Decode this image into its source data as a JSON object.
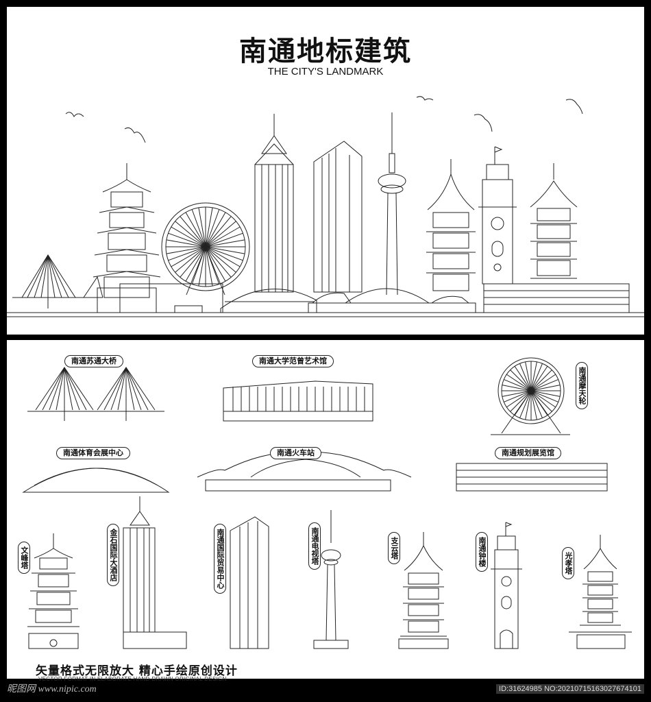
{
  "header": {
    "title": "南通地标建筑",
    "subtitle": "THE CITY'S LANDMARK"
  },
  "landmarks": {
    "sutong_bridge": "南通苏通大桥",
    "art_museum": "南通大学范曾艺术馆",
    "ferris_wheel": "南通摩天轮",
    "sports_center": "南通体育会展中心",
    "railway_station": "南通火车站",
    "planning_hall": "南通规划展览馆",
    "wenfeng_pagoda": "文峰塔",
    "jinshi_hotel": "金石国际大酒店",
    "trade_center": "南通国际贸易中心",
    "tv_tower": "南通电视塔",
    "zhiyun_pagoda": "支云塔",
    "bell_tower": "南通钟楼",
    "guangxiao_pagoda": "光孝塔"
  },
  "footer": {
    "slogan": "矢量格式无限放大  精心手绘原创设计",
    "slogan_en": "VECTOR FORMAT IN ELABORATE HAND-DRAWN ORIGINAL DESIGN",
    "watermark": "昵图网 www.nipic.com",
    "image_id": "ID:31624985 NO:20210715163027674101"
  },
  "colors": {
    "background": "#000000",
    "panel": "#ffffff",
    "line": "#222222"
  },
  "icons": [
    "bird-icon",
    "bridge-icon",
    "pagoda-icon",
    "ferris-wheel-icon",
    "tower-icon",
    "clock-tower-icon"
  ]
}
